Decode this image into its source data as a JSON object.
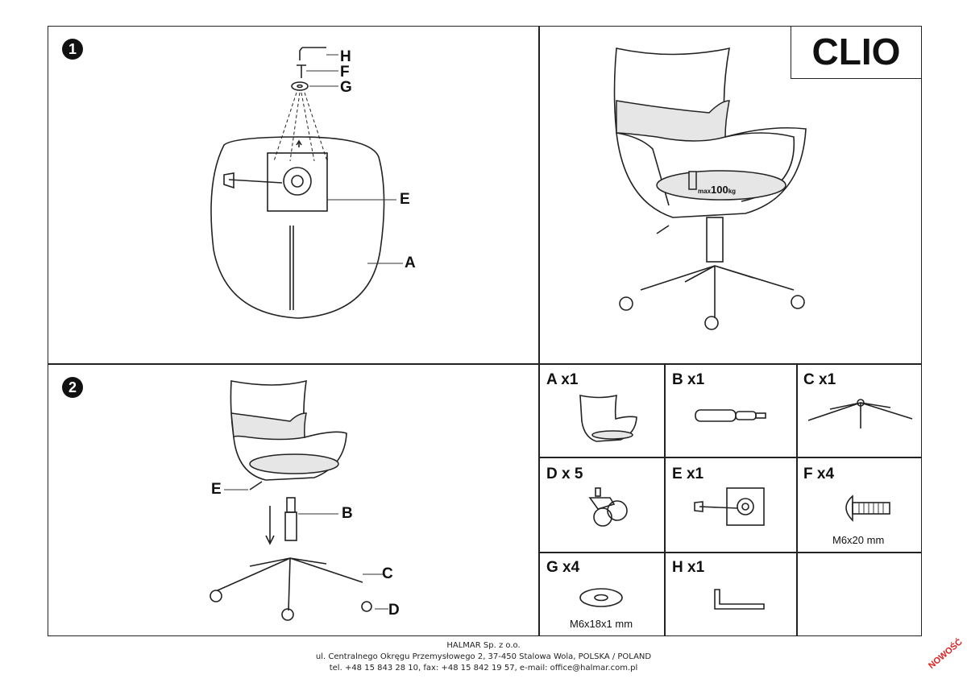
{
  "title": "CLIO",
  "steps": [
    "1",
    "2"
  ],
  "step1": {
    "callouts": {
      "h": "H",
      "f": "F",
      "g": "G",
      "e": "E",
      "a": "A"
    }
  },
  "step2": {
    "callouts": {
      "e": "E",
      "b": "B",
      "c": "C",
      "d": "D"
    }
  },
  "capacity": {
    "prefix": "max",
    "value": "100",
    "unit": "kg"
  },
  "parts": {
    "a": {
      "label": "A x1"
    },
    "b": {
      "label": "B x1"
    },
    "c": {
      "label": "C x1"
    },
    "d": {
      "label": "D x 5"
    },
    "e": {
      "label": "E x1"
    },
    "f": {
      "label": "F x4",
      "spec": "M6x20 mm"
    },
    "g": {
      "label": "G x4",
      "spec": "M6x18x1 mm"
    },
    "h": {
      "label": "H x1"
    }
  },
  "footer": {
    "company": "HALMAR Sp. z o.o.",
    "address": "ul. Centralnego Okręgu Przemysłowego 2, 37-450 Stalowa Wola, POLSKA / POLAND",
    "contact": "tel. +48 15 843 28 10, fax: +48 15 842 19 57, e-mail: office@halmar.com.pl"
  },
  "stamp": "NOWOŚĆ",
  "icons": [
    "weight-icon",
    "chair-drawing",
    "gas-lift-drawing",
    "star-base-drawing",
    "caster-drawing",
    "mechanism-plate-drawing",
    "bolt-drawing",
    "washer-drawing",
    "allen-key-drawing"
  ]
}
